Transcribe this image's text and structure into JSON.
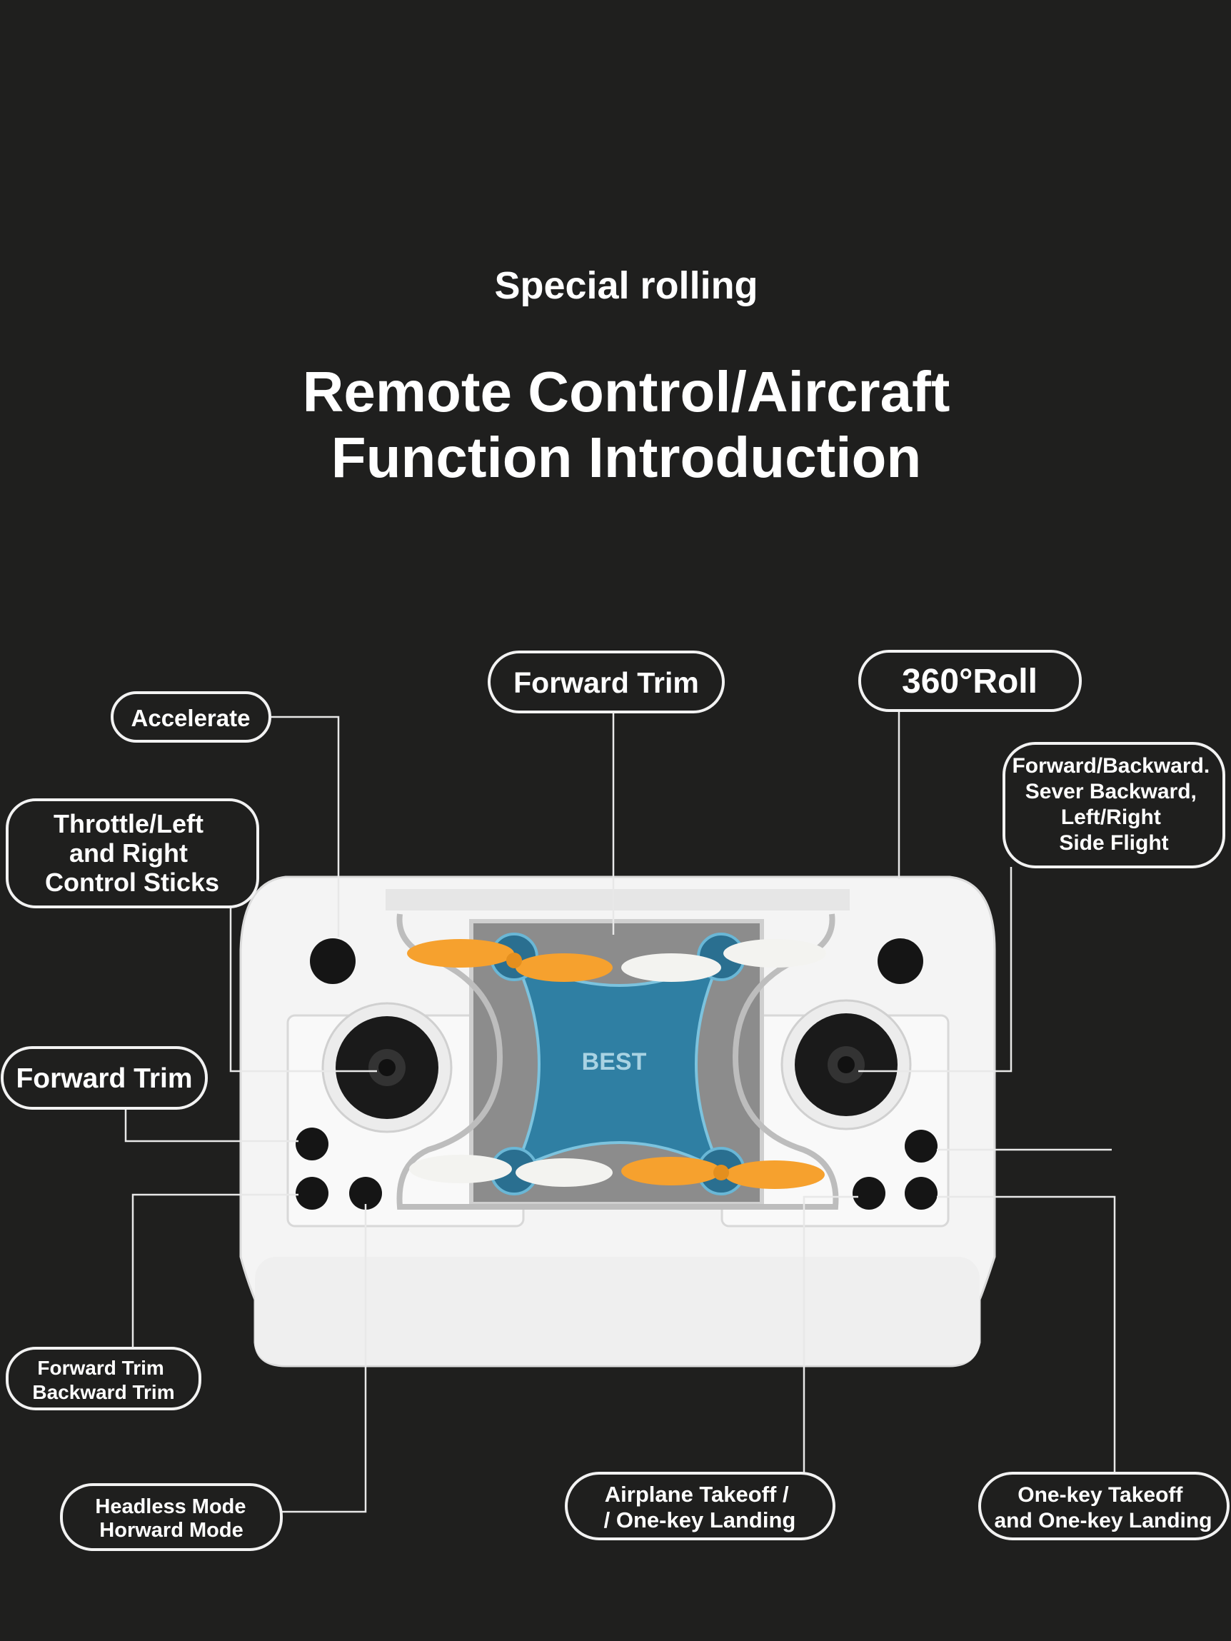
{
  "header": {
    "subtitle": "Special rolling",
    "title_lines": [
      "Remote Control/Aircraft",
      "Function Introduction"
    ]
  },
  "product": {
    "logo_text": "BEST"
  },
  "labels": {
    "accelerate": [
      "Accelerate"
    ],
    "forward_trim_top": [
      "Forward Trim"
    ],
    "roll_360": [
      "360°Roll"
    ],
    "throttle": [
      "Throttle/Left",
      "and Right",
      "Control Sticks"
    ],
    "side_flight": [
      "Forward/Backward.",
      "Sever Backward,",
      "Left/Right",
      "Side Flight"
    ],
    "forward_trim_left": [
      "Forward Trim"
    ],
    "forward_backward_trim": [
      "Forward Trim",
      "Backward Trim"
    ],
    "headless_mode": [
      "Headless Mode",
      "Horward Mode"
    ],
    "airplane_takeoff": [
      "Airplane Takeoff /",
      "/ One-key Landing"
    ],
    "one_key_takeoff": [
      "One-key Takeoff",
      "and One-key Landing"
    ]
  },
  "colors": {
    "background": "#1f1f1e",
    "drone_body": "#2f7fa3",
    "propeller_orange": "#f6a12e",
    "controller": "#f4f4f4"
  }
}
